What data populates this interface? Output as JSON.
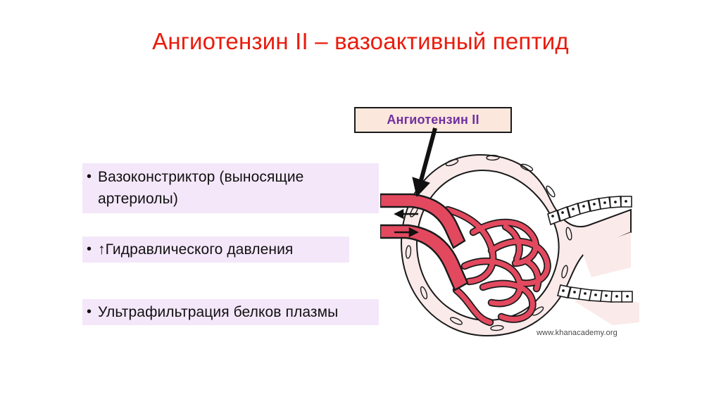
{
  "slide": {
    "title": "Ангиотензин II – вазоактивный пептид",
    "title_color": "#ea1c0d",
    "background_color": "#ffffff"
  },
  "bullets": {
    "highlight_color": "#f4e7fa",
    "marker": "•",
    "items": [
      {
        "text": "Вазоконстриктор (выносящие артериолы)"
      },
      {
        "text": "↑Гидравлического давления"
      },
      {
        "text": "Ультрафильтрация белков плазмы"
      }
    ]
  },
  "callout": {
    "label": "Ангиотензин II",
    "text_color": "#7030a0",
    "fill_color": "#fce7dc",
    "border_color": "#1a1a1a"
  },
  "diagram": {
    "name": "glomerulus-bowmans-capsule",
    "capsule_fill": "#fbe9e9",
    "vessel_fill": "#e2495f",
    "vessel_stroke": "#1a1a1a",
    "pointer_arrow": "angiotensin-to-efferent-arteriole",
    "flow_arrows": [
      {
        "name": "efferent-arteriole-flow-arrow",
        "direction": "left"
      },
      {
        "name": "afferent-arteriole-flow-arrow",
        "direction": "right"
      }
    ]
  },
  "attribution": {
    "text": "www.khanacademy.org"
  }
}
